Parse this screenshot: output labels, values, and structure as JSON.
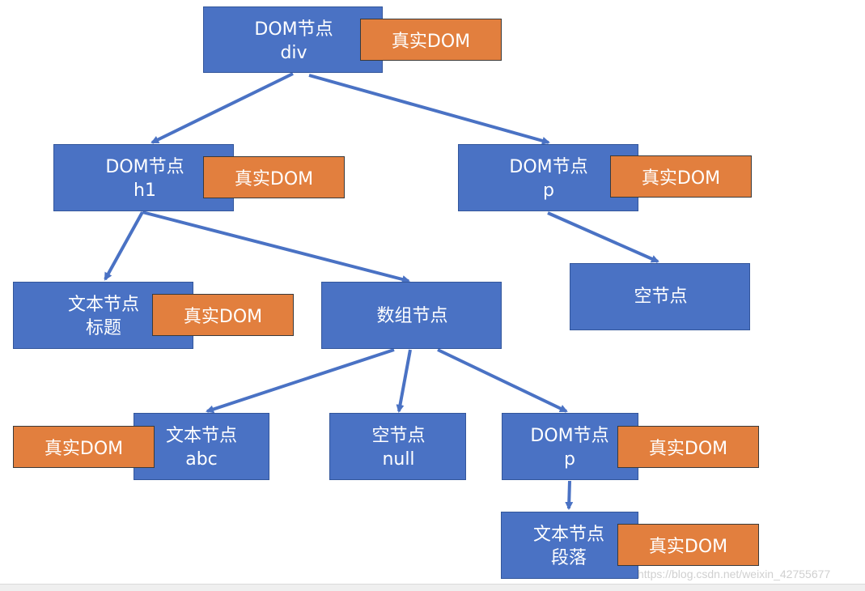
{
  "colors": {
    "node_fill": "#4a72c4",
    "real_dom_fill": "#e27f3e",
    "edge": "#4a72c4"
  },
  "nodes": {
    "div": {
      "line1": "DOM节点",
      "line2": "div",
      "tag": "真实DOM"
    },
    "h1": {
      "line1": "DOM节点",
      "line2": "h1",
      "tag": "真实DOM"
    },
    "p_top": {
      "line1": "DOM节点",
      "line2": "p",
      "tag": "真实DOM"
    },
    "text_title": {
      "line1": "文本节点",
      "line2": "标题",
      "tag": "真实DOM"
    },
    "array": {
      "line1": "数组节点"
    },
    "empty_top": {
      "line1": "空节点"
    },
    "text_abc": {
      "line1": "文本节点",
      "line2": "abc",
      "tag": "真实DOM"
    },
    "empty_null": {
      "line1": "空节点",
      "line2": "null"
    },
    "p_bottom": {
      "line1": "DOM节点",
      "line2": "p",
      "tag": "真实DOM"
    },
    "text_para": {
      "line1": "文本节点",
      "line2": "段落",
      "tag": "真实DOM"
    }
  },
  "watermark": "https://blog.csdn.net/weixin_42755677"
}
